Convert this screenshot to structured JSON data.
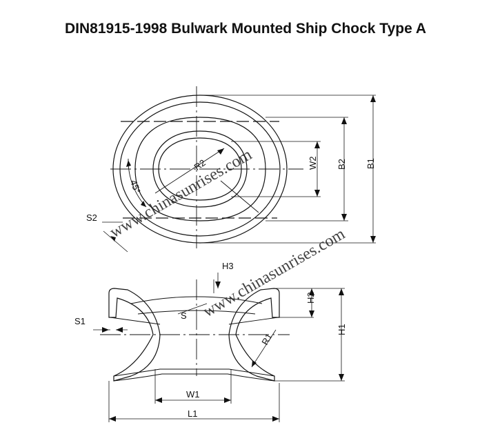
{
  "title": "DIN81915-1998 Bulwark Mounted Ship Chock Type A",
  "watermark": "www.chinasunrises.com",
  "labels": {
    "r2": "R2",
    "angle": "45°",
    "w2": "W2",
    "b2": "B2",
    "b1": "B1",
    "s2": "S2",
    "h3": "H3",
    "h2": "H2",
    "h1": "H1",
    "s1": "S1",
    "s": "S",
    "r1": "R1",
    "w1": "W1",
    "l1": "L1"
  }
}
